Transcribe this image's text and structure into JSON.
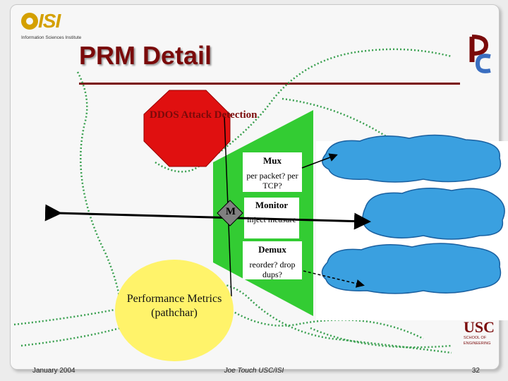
{
  "header": {
    "logo_text": "ISI",
    "logo_subtitle": "Information Sciences Institute",
    "title": "PRM Detail"
  },
  "diagram": {
    "ddos_label": "DDOS Attack Detection",
    "mux_label": "Mux",
    "mux_sub": "per packet? per TCP?",
    "monitor_label": "Monitor",
    "monitor_sub": "inject measure",
    "demux_label": "Demux",
    "demux_sub": "reorder? drop dups?",
    "m_label": "M",
    "perf_label": "Performance Metrics (pathchar)"
  },
  "footer": {
    "date": "January 2004",
    "author": "Joe Touch USC/ISI",
    "page": "32"
  },
  "usc_logo": {
    "text": "USC",
    "subtext": "SCHOOL OF ENGINEERING"
  },
  "colors": {
    "title": "#7a0a0a",
    "octagon": "#e01010",
    "trapezoid": "#33cc33",
    "ellipse": "#fff36a",
    "cloud": "#3aa0e0",
    "dotted": "#3aa050"
  }
}
